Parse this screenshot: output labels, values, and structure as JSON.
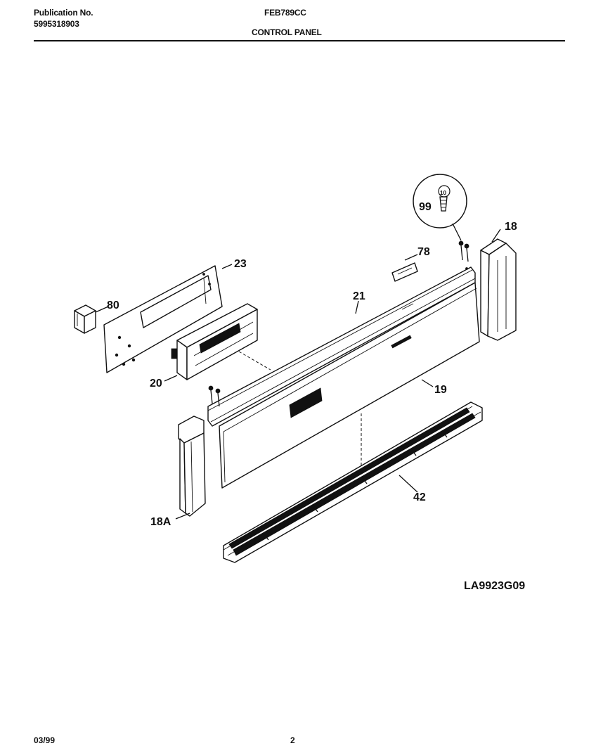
{
  "header": {
    "publication_label": "Publication No.",
    "publication_number": "5995318903",
    "model": "FEB789CC",
    "section_title": "CONTROL PANEL"
  },
  "diagram": {
    "part_labels": [
      "99",
      "18",
      "78",
      "23",
      "21",
      "80",
      "20",
      "19",
      "42",
      "18A"
    ],
    "drawing_code": "LA9923G09"
  },
  "footer": {
    "date": "03/99",
    "page_number": "2"
  }
}
